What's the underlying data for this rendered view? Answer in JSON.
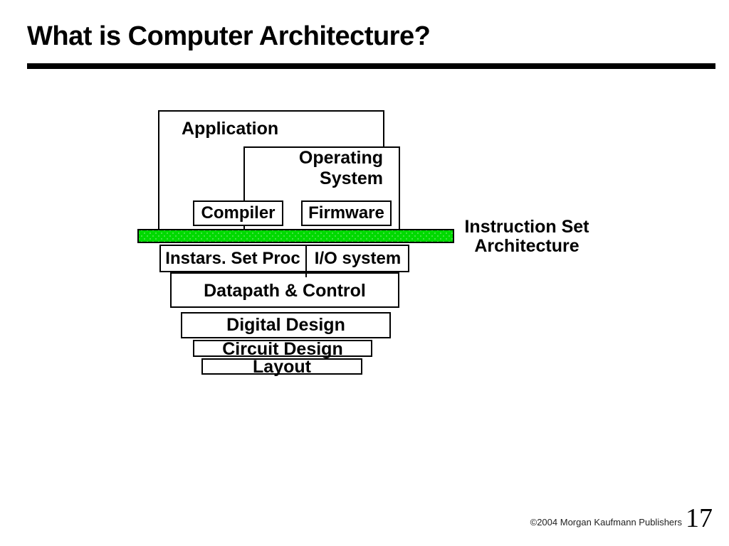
{
  "slide": {
    "title": "What is Computer Architecture?",
    "footer": {
      "copyright": "©2004 Morgan Kaufmann Publishers",
      "page_number": "17"
    }
  },
  "diagram": {
    "boxes": {
      "application": "Application",
      "operating_system_line1": "Operating",
      "operating_system_line2": "System",
      "compiler": "Compiler",
      "firmware": "Firmware",
      "instr_set_proc": "Instars. Set Proc",
      "io_system": "I/O system",
      "datapath_control": "Datapath & Control",
      "digital_design": "Digital Design",
      "circuit_design": "Circuit Design",
      "layout": "Layout"
    },
    "isa_label": {
      "line1": "Instruction Set",
      "line2": "Architecture"
    },
    "colors": {
      "isa_bar_green": "#00d900",
      "border_black": "#000000",
      "background": "#ffffff"
    }
  }
}
